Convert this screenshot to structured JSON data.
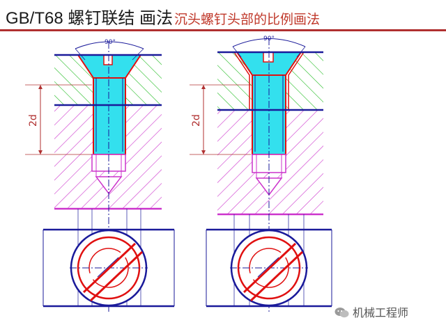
{
  "title": {
    "standard": "GB/T68 螺钉联结 画法",
    "subtitle": "沉头螺钉头部的比例画法"
  },
  "annotations": {
    "angle_left": "90°",
    "angle_right": "90°",
    "dimension_left": "2d",
    "dimension_right": "2d"
  },
  "watermark": {
    "text": "机械工程师",
    "icon": "wechat-icon"
  },
  "colors": {
    "title_rule": "#b03030",
    "subtitle": "#c0392b",
    "plate_hatch": "#22bb22",
    "base_hatch": "#cc33cc",
    "screw_fill": "#33e0ee",
    "outline_red": "#e01010",
    "outline_blue": "#1a1a9a",
    "dimension": "#b03030"
  }
}
